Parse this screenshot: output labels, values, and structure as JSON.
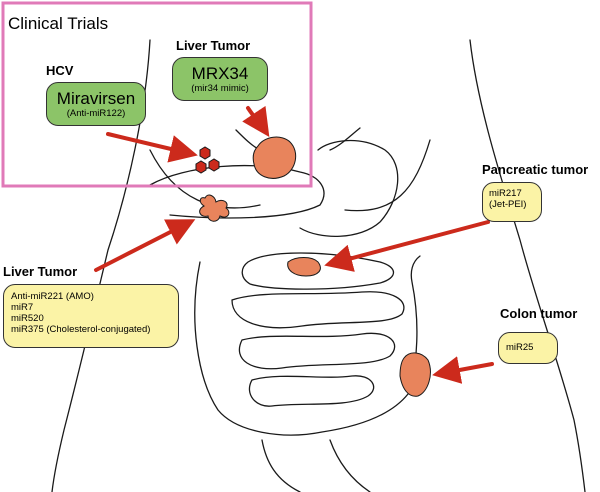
{
  "clinical_panel": {
    "title": "Clinical Trials",
    "hcv": {
      "heading": "HCV",
      "drug_name": "Miravirsen",
      "drug_desc": "(Anti-miR122)"
    },
    "liver_trial": {
      "heading": "Liver Tumor",
      "drug_name": "MRX34",
      "drug_desc": "(mir34 mimic)"
    }
  },
  "pancreatic": {
    "heading": "Pancreatic tumor",
    "lines": [
      "miR217",
      "(Jet-PEI)"
    ]
  },
  "liver_preclinical": {
    "heading": "Liver Tumor",
    "lines": [
      "Anti-miR221 (AMO)",
      "miR7",
      "miR520",
      "miR375 (Cholesterol-conjugated)"
    ]
  },
  "colon": {
    "heading": "Colon tumor",
    "lines": [
      "miR25"
    ]
  },
  "colors": {
    "panel_border": "#e07ab8",
    "arrow": "#cc2a1c",
    "tumor": "#e8845c",
    "green_box": "#8cc468",
    "yellow_box": "#fbf3a6"
  }
}
